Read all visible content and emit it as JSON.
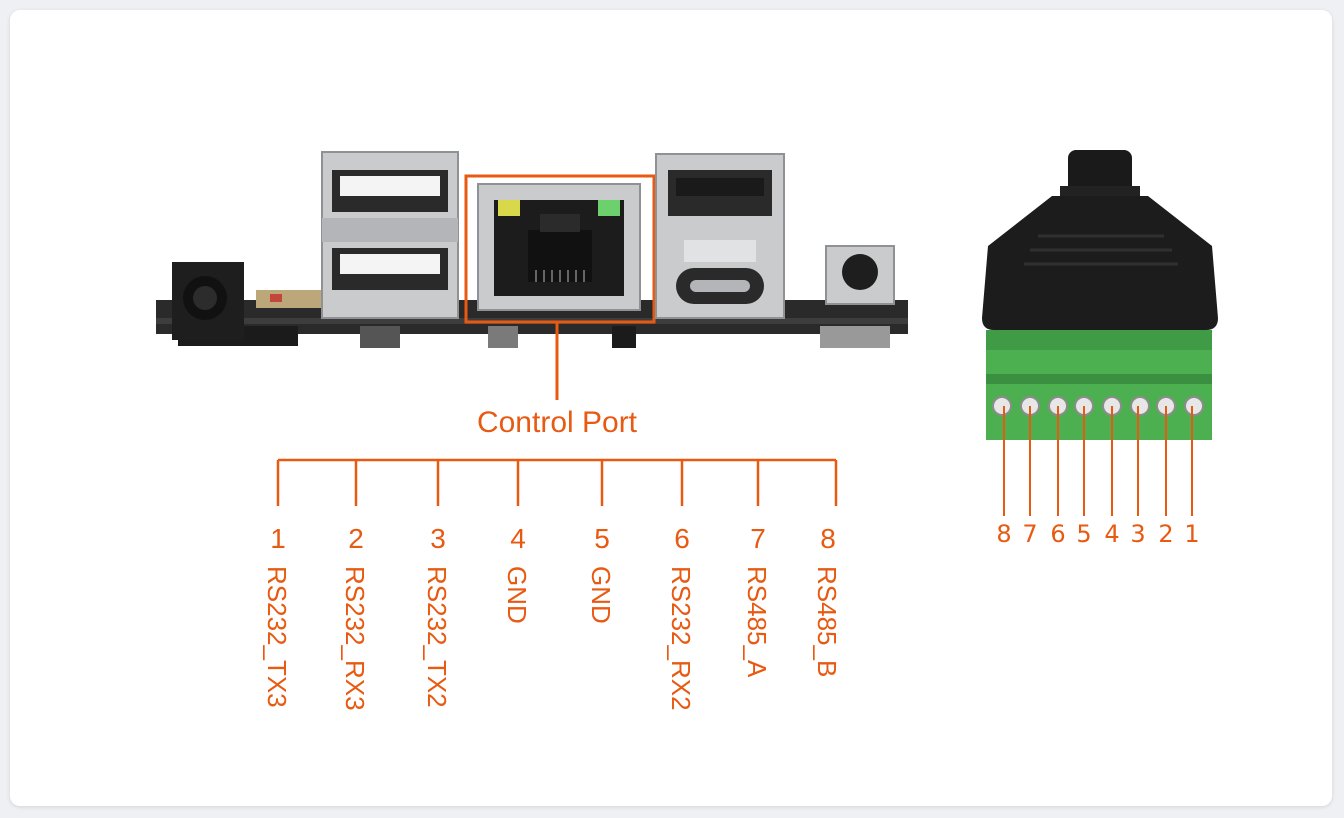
{
  "title": "Control Port",
  "pins": [
    {
      "number": "1",
      "signal": "RS232_TX3"
    },
    {
      "number": "2",
      "signal": "RS232_RX3"
    },
    {
      "number": "3",
      "signal": "RS232_TX2"
    },
    {
      "number": "4",
      "signal": "GND"
    },
    {
      "number": "5",
      "signal": "GND"
    },
    {
      "number": "6",
      "signal": "RS232_RX2"
    },
    {
      "number": "7",
      "signal": "RS485_A"
    },
    {
      "number": "8",
      "signal": "RS485_B"
    }
  ],
  "terminal_block_numbers": [
    "8",
    "7",
    "6",
    "5",
    "4",
    "3",
    "2",
    "1"
  ],
  "colors": {
    "accent": "#e85a12",
    "terminal_green": "#4caf50",
    "connector_black": "#1c1c1c",
    "pcb_dark": "#2a2a2a",
    "metal": "#c9cbcd"
  }
}
